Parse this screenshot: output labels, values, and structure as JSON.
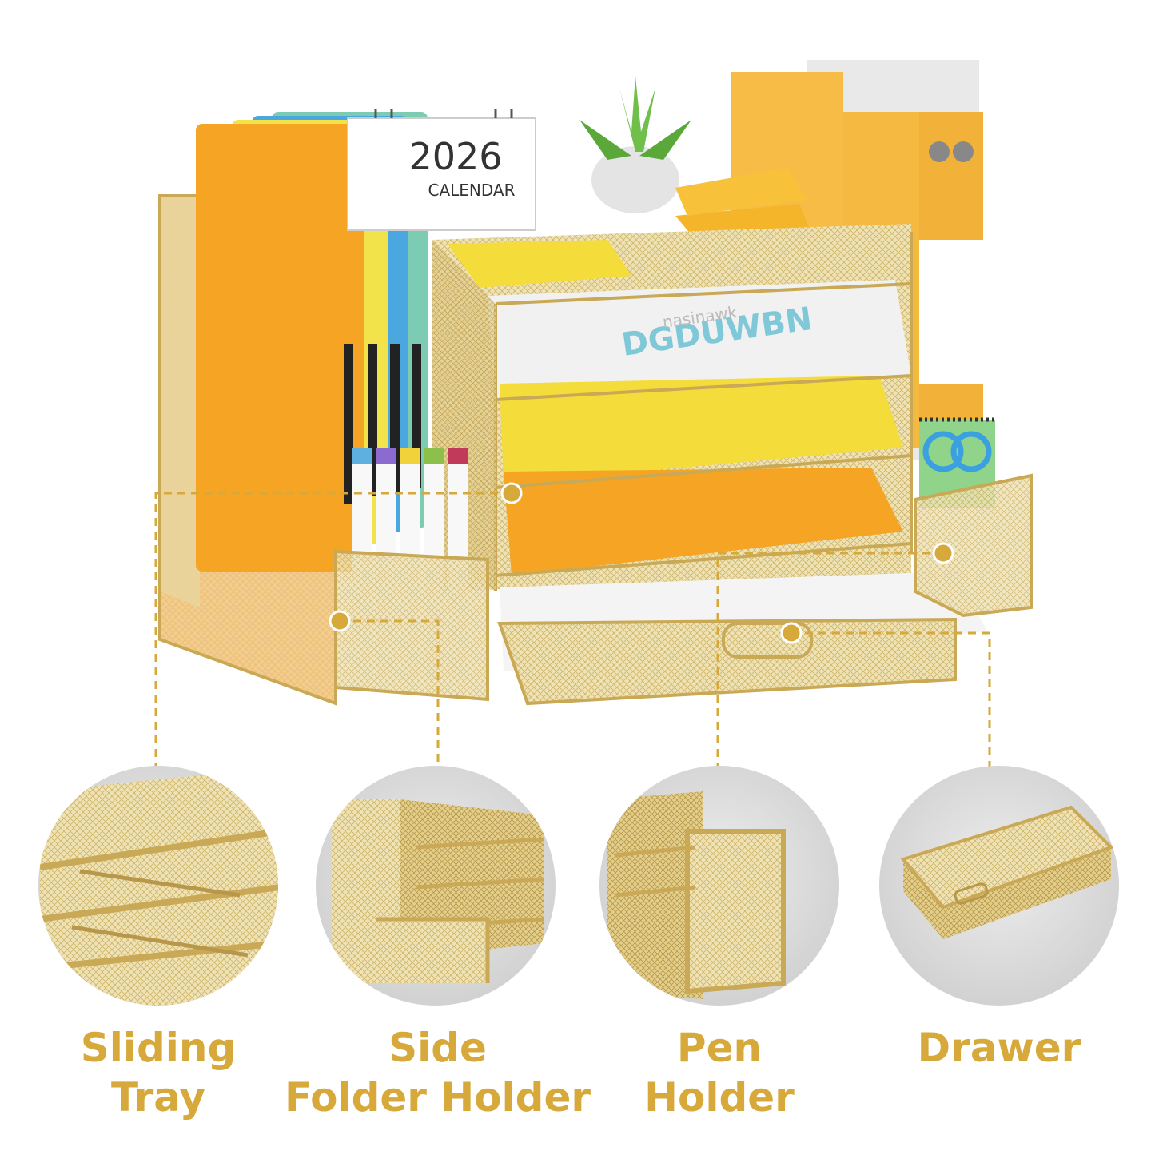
{
  "product": {
    "calendar_year": "2026",
    "calendar_label": "CALENDAR",
    "tray_book_text": "DGDUWBN",
    "tray_book_subtext": "nasinawk"
  },
  "features": [
    {
      "line1": "Sliding",
      "line2": "Tray",
      "icon": "sliding-tray-closeup"
    },
    {
      "line1": "Side",
      "line2": "Folder Holder",
      "icon": "side-folder-holder-closeup"
    },
    {
      "line1": "Pen",
      "line2": "Holder",
      "icon": "pen-holder-closeup"
    },
    {
      "line1": "Drawer",
      "line2": "",
      "icon": "drawer-closeup"
    }
  ],
  "colors": {
    "gold": "#d6a93a",
    "mesh": "#e8d79f",
    "orange": "#f5a523",
    "yellow": "#f4d63c",
    "circle_bg": "#d9d9d9"
  }
}
